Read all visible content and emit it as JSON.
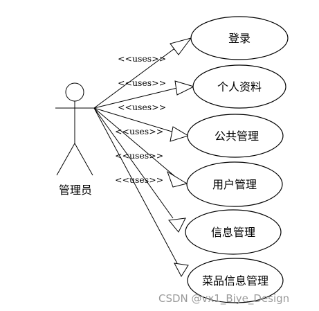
{
  "actor": {
    "label": "管理员"
  },
  "relation_label": "<<uses>>",
  "use_cases": [
    {
      "id": "login",
      "label": "登录"
    },
    {
      "id": "profile",
      "label": "个人资料"
    },
    {
      "id": "public",
      "label": "公共管理"
    },
    {
      "id": "users",
      "label": "用户管理"
    },
    {
      "id": "info",
      "label": "信息管理"
    },
    {
      "id": "menu-info",
      "label": "菜品信息管理"
    }
  ],
  "watermark": "CSDN @vx1_Biye_Design"
}
